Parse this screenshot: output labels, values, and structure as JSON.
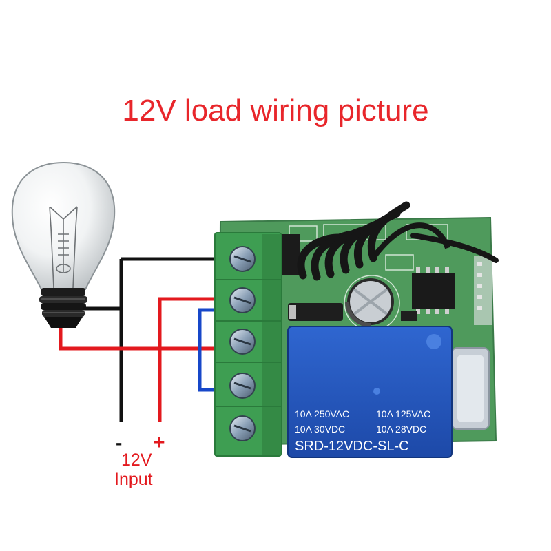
{
  "title": "12V load wiring picture",
  "terminals": {
    "minus_label": "-",
    "plus_label": "+"
  },
  "input_label": {
    "line1": "12V",
    "line2": "Input"
  },
  "relay": {
    "spec_line1_left": "10A 250VAC",
    "spec_line1_right": "10A 125VAC",
    "spec_line2_left": "10A 30VDC",
    "spec_line2_right": "10A 28VDC",
    "model": "SRD-12VDC-SL-C"
  },
  "colors": {
    "title": "#e8262b",
    "wire_black": "#111111",
    "wire_red": "#e3191e",
    "wire_blue": "#1747c9",
    "terminal_green": "#3e9e52",
    "board_green": "#4f9a5c",
    "relay_blue": "#2357c1"
  }
}
